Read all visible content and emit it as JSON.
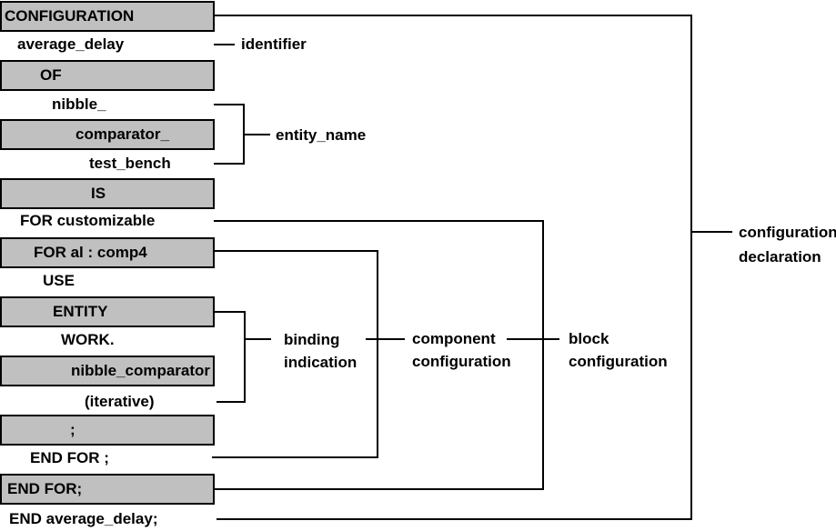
{
  "diagram": {
    "code_fragments": [
      {
        "text": "CONFIGURATION",
        "boxed": true
      },
      {
        "text": "average_delay",
        "boxed": false
      },
      {
        "text": "OF",
        "boxed": true
      },
      {
        "text": "nibble_",
        "boxed": false
      },
      {
        "text": "comparator_",
        "boxed": true
      },
      {
        "text": "test_bench",
        "boxed": false
      },
      {
        "text": "IS",
        "boxed": true
      },
      {
        "text": "FOR customizable",
        "boxed": false
      },
      {
        "text": "FOR al : comp4",
        "boxed": true
      },
      {
        "text": "USE",
        "boxed": false
      },
      {
        "text": "ENTITY",
        "boxed": true
      },
      {
        "text": "WORK.",
        "boxed": false
      },
      {
        "text": "nibble_comparator",
        "boxed": true
      },
      {
        "text": "(iterative)",
        "boxed": false
      },
      {
        "text": ";",
        "boxed": true
      },
      {
        "text": "END FOR ;",
        "boxed": false
      },
      {
        "text": "END FOR;",
        "boxed": true
      },
      {
        "text": "END average_delay;",
        "boxed": false
      }
    ],
    "annotations": {
      "identifier": "identifier",
      "entity_name": "entity_name",
      "binding_indication": {
        "line1": "binding",
        "line2": "indication"
      },
      "component_configuration": {
        "line1": "component",
        "line2": "configuration"
      },
      "block_configuration": {
        "line1": "block",
        "line2": "configuration"
      },
      "configuration_declaration": {
        "line1": "configuration",
        "line2": "declaration"
      }
    },
    "colors": {
      "box_fill": "#c0c0c0",
      "box_border": "#000000",
      "line": "#000000",
      "background": "#ffffff",
      "text": "#000000"
    }
  }
}
